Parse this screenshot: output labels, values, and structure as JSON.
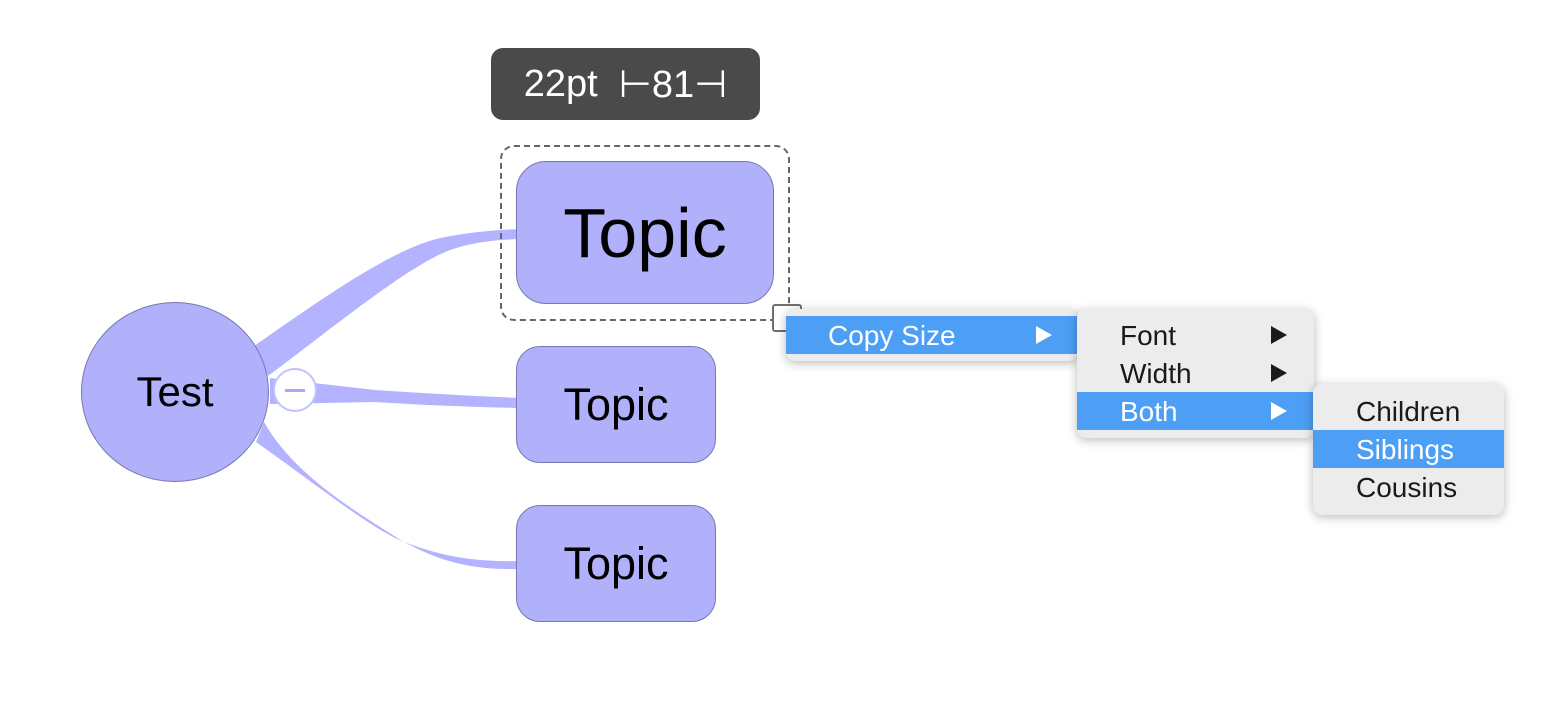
{
  "mindmap": {
    "root": {
      "label": "Test",
      "color": "#b0b0fb"
    },
    "topics": [
      {
        "label": "Topic",
        "selected": true
      },
      {
        "label": "Topic",
        "selected": false
      },
      {
        "label": "Topic",
        "selected": false
      }
    ],
    "branch_color": "#b3b3ff"
  },
  "size_tooltip": {
    "font_size": "22pt",
    "width_indicator": "⊢81⊣"
  },
  "context_menu": {
    "items": [
      {
        "label": "Copy Size",
        "has_submenu": true,
        "active": true
      }
    ]
  },
  "submenu_copy_size": {
    "items": [
      {
        "label": "Font",
        "has_submenu": true,
        "active": false
      },
      {
        "label": "Width",
        "has_submenu": true,
        "active": false
      },
      {
        "label": "Both",
        "has_submenu": true,
        "active": true
      }
    ]
  },
  "submenu_both": {
    "items": [
      {
        "label": "Children",
        "active": false
      },
      {
        "label": "Siblings",
        "active": true
      },
      {
        "label": "Cousins",
        "active": false
      }
    ]
  },
  "colors": {
    "menu_highlight": "#4d9ef5",
    "tooltip_bg": "#4a4a4a",
    "node_border": "#7878b4"
  }
}
